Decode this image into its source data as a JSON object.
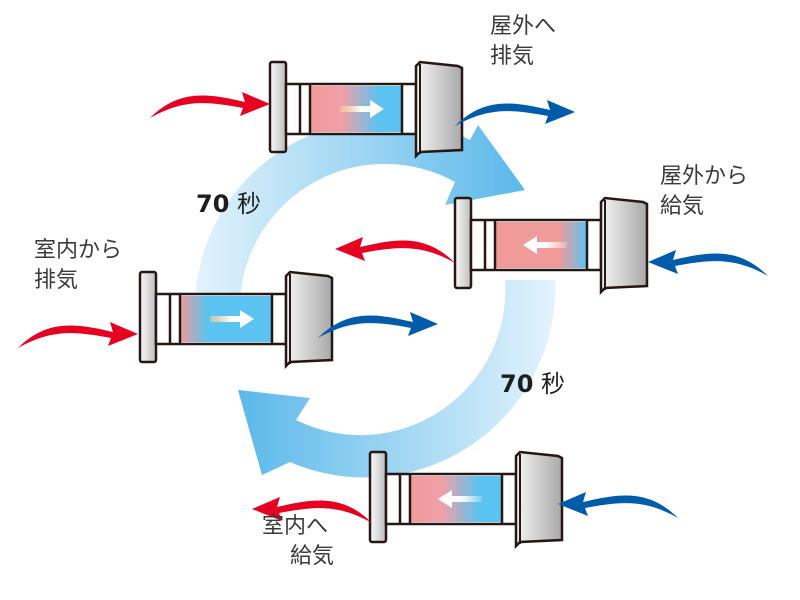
{
  "colors": {
    "warm": "#e60021",
    "cool": "#005bab",
    "cycle_light": "#d9eefa",
    "cycle_dark": "#5ab8ea",
    "core_pink": "#f09a9a",
    "core_blue": "#5ac3f0",
    "outline": "#231815"
  },
  "cycle": {
    "duration_top": {
      "value": "70",
      "unit": "秒"
    },
    "duration_bottom": {
      "value": "70",
      "unit": "秒"
    }
  },
  "units": [
    {
      "id": "top",
      "flow": "right",
      "core_gradient": "warm-to-cool",
      "label": [
        "屋外へ",
        "排気"
      ],
      "inlet": "warm",
      "outlet": "cool"
    },
    {
      "id": "right",
      "flow": "left",
      "core_gradient": "cool-edge",
      "label": [
        "屋外から",
        "給気"
      ],
      "inlet": "cool",
      "outlet": "warm"
    },
    {
      "id": "left",
      "flow": "right",
      "core_gradient": "warm-edge",
      "label": [
        "室内から",
        "排気"
      ],
      "inlet": "warm",
      "outlet": "cool"
    },
    {
      "id": "bottom",
      "flow": "left",
      "core_gradient": "warm-to-cool",
      "label": [
        "室内へ",
        "給気"
      ],
      "inlet": "cool",
      "outlet": "warm"
    }
  ]
}
